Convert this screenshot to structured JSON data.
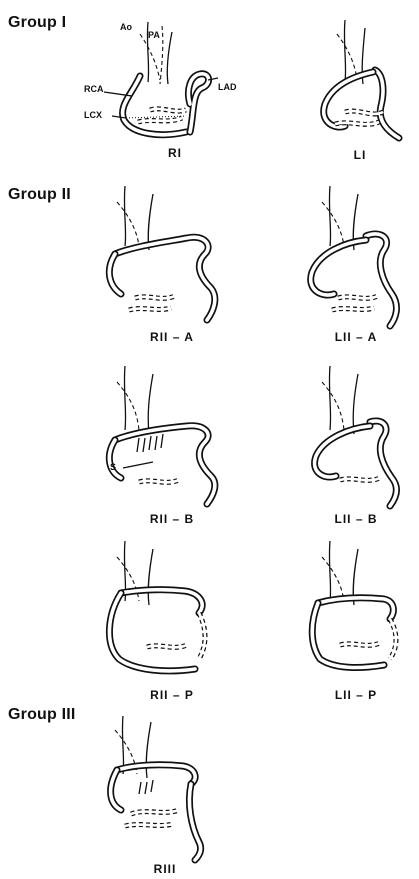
{
  "groups": {
    "group1": "Group I",
    "group2": "Group II",
    "group3": "Group III"
  },
  "annotations": {
    "ao": "Ao",
    "pa": "PA",
    "rca": "RCA",
    "lad": "LAD",
    "lcx": "LCX",
    "s": "S"
  },
  "panels": {
    "ri": "RI",
    "li": "LI",
    "riia": "RII – A",
    "liia": "LII – A",
    "riib": "RII – B",
    "liib": "LII – B",
    "riip": "RII – P",
    "liip": "LII – P",
    "riii": "RIII"
  },
  "colors": {
    "ink": "#111111",
    "background": "#ffffff"
  }
}
